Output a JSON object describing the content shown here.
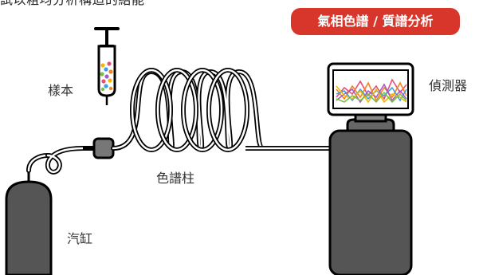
{
  "caption": "試以粗均分析構造的結能",
  "badge": "氣相色譜 / 質譜分析",
  "labels": {
    "sample": "樣本",
    "column": "色譜柱",
    "gas_cylinder": "汽缸",
    "detector": "偵測器"
  },
  "colors": {
    "badge": "#d8352b",
    "component_fill": "#555555",
    "outline": "#000000"
  }
}
